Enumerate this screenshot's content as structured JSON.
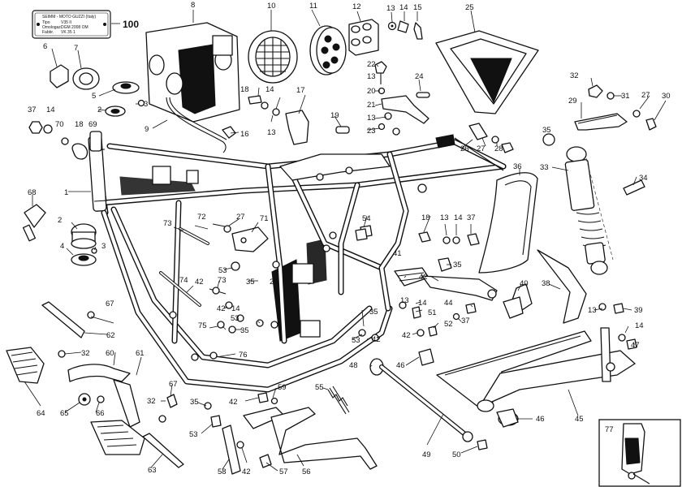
{
  "nameplate": {
    "brand_line": "SEIMM - MOTO GUZZI (Italy)",
    "row1_label": "Tipo",
    "row1_value": "V35 II",
    "row2_label": "Omologaz.",
    "row2_value": "DGM 2008 OM",
    "row3_label": "Fabbr.",
    "row3_value": "VK 35 1"
  },
  "callout_100": "100",
  "inset_label": "77",
  "part_numbers": {
    "p1": "1",
    "p2": "2",
    "p2b": "2",
    "p3": "3",
    "p3b": "3",
    "p4": "4",
    "p5": "5",
    "p6": "6",
    "p7": "7",
    "p8": "8",
    "p9": "9",
    "p10": "10",
    "p11": "11",
    "p12": "12",
    "p13a": "13",
    "p13b": "13",
    "p13c": "13",
    "p13d": "13",
    "p13e": "13",
    "p13f": "13",
    "p14a": "14",
    "p14b": "14",
    "p14c": "14",
    "p14d": "14",
    "p14e": "14",
    "p14f": "14",
    "p15": "15",
    "p16": "16",
    "p17": "17",
    "p18a": "18",
    "p18b": "18",
    "p18c": "18",
    "p19": "19",
    "p20": "20",
    "p21": "21",
    "p22": "22",
    "p23": "23",
    "p24": "24",
    "p25": "25",
    "p26": "26",
    "p27a": "27",
    "p27b": "27",
    "p27c": "27",
    "p28": "28",
    "p29": "29",
    "p30": "30",
    "p31": "31",
    "p32a": "32",
    "p32b": "32",
    "p32c": "32",
    "p33": "33",
    "p34": "34",
    "p35a": "35",
    "p35b": "35",
    "p35c": "35",
    "p35d": "35",
    "p36": "36",
    "p37a": "37",
    "p37b": "37",
    "p37c": "37",
    "p38": "38",
    "p39": "39",
    "p40": "40",
    "p41": "41",
    "p42a": "42",
    "p42b": "42",
    "p42c": "42",
    "p42d": "42",
    "p42e": "42",
    "p42f": "42",
    "p42g": "42",
    "p43": "43",
    "p44": "44",
    "p45": "45",
    "p46a": "46",
    "p46b": "46",
    "p47": "47",
    "p48": "48",
    "p49": "49",
    "p50": "50",
    "p51": "51",
    "p52": "52",
    "p53a": "53",
    "p53b": "53",
    "p53c": "53",
    "p53d": "53",
    "p54": "54",
    "p55": "55",
    "p56": "56",
    "p57": "57",
    "p58": "58",
    "p59": "59",
    "p60": "60",
    "p61": "61",
    "p62": "62",
    "p63": "63",
    "p64": "64",
    "p65": "65",
    "p66": "66",
    "p67a": "67",
    "p67b": "67",
    "p68": "68",
    "p69": "69",
    "p70": "70",
    "p71": "71",
    "p72": "72",
    "p73a": "73",
    "p73b": "73",
    "p74": "74",
    "p75": "75",
    "p76": "76"
  }
}
